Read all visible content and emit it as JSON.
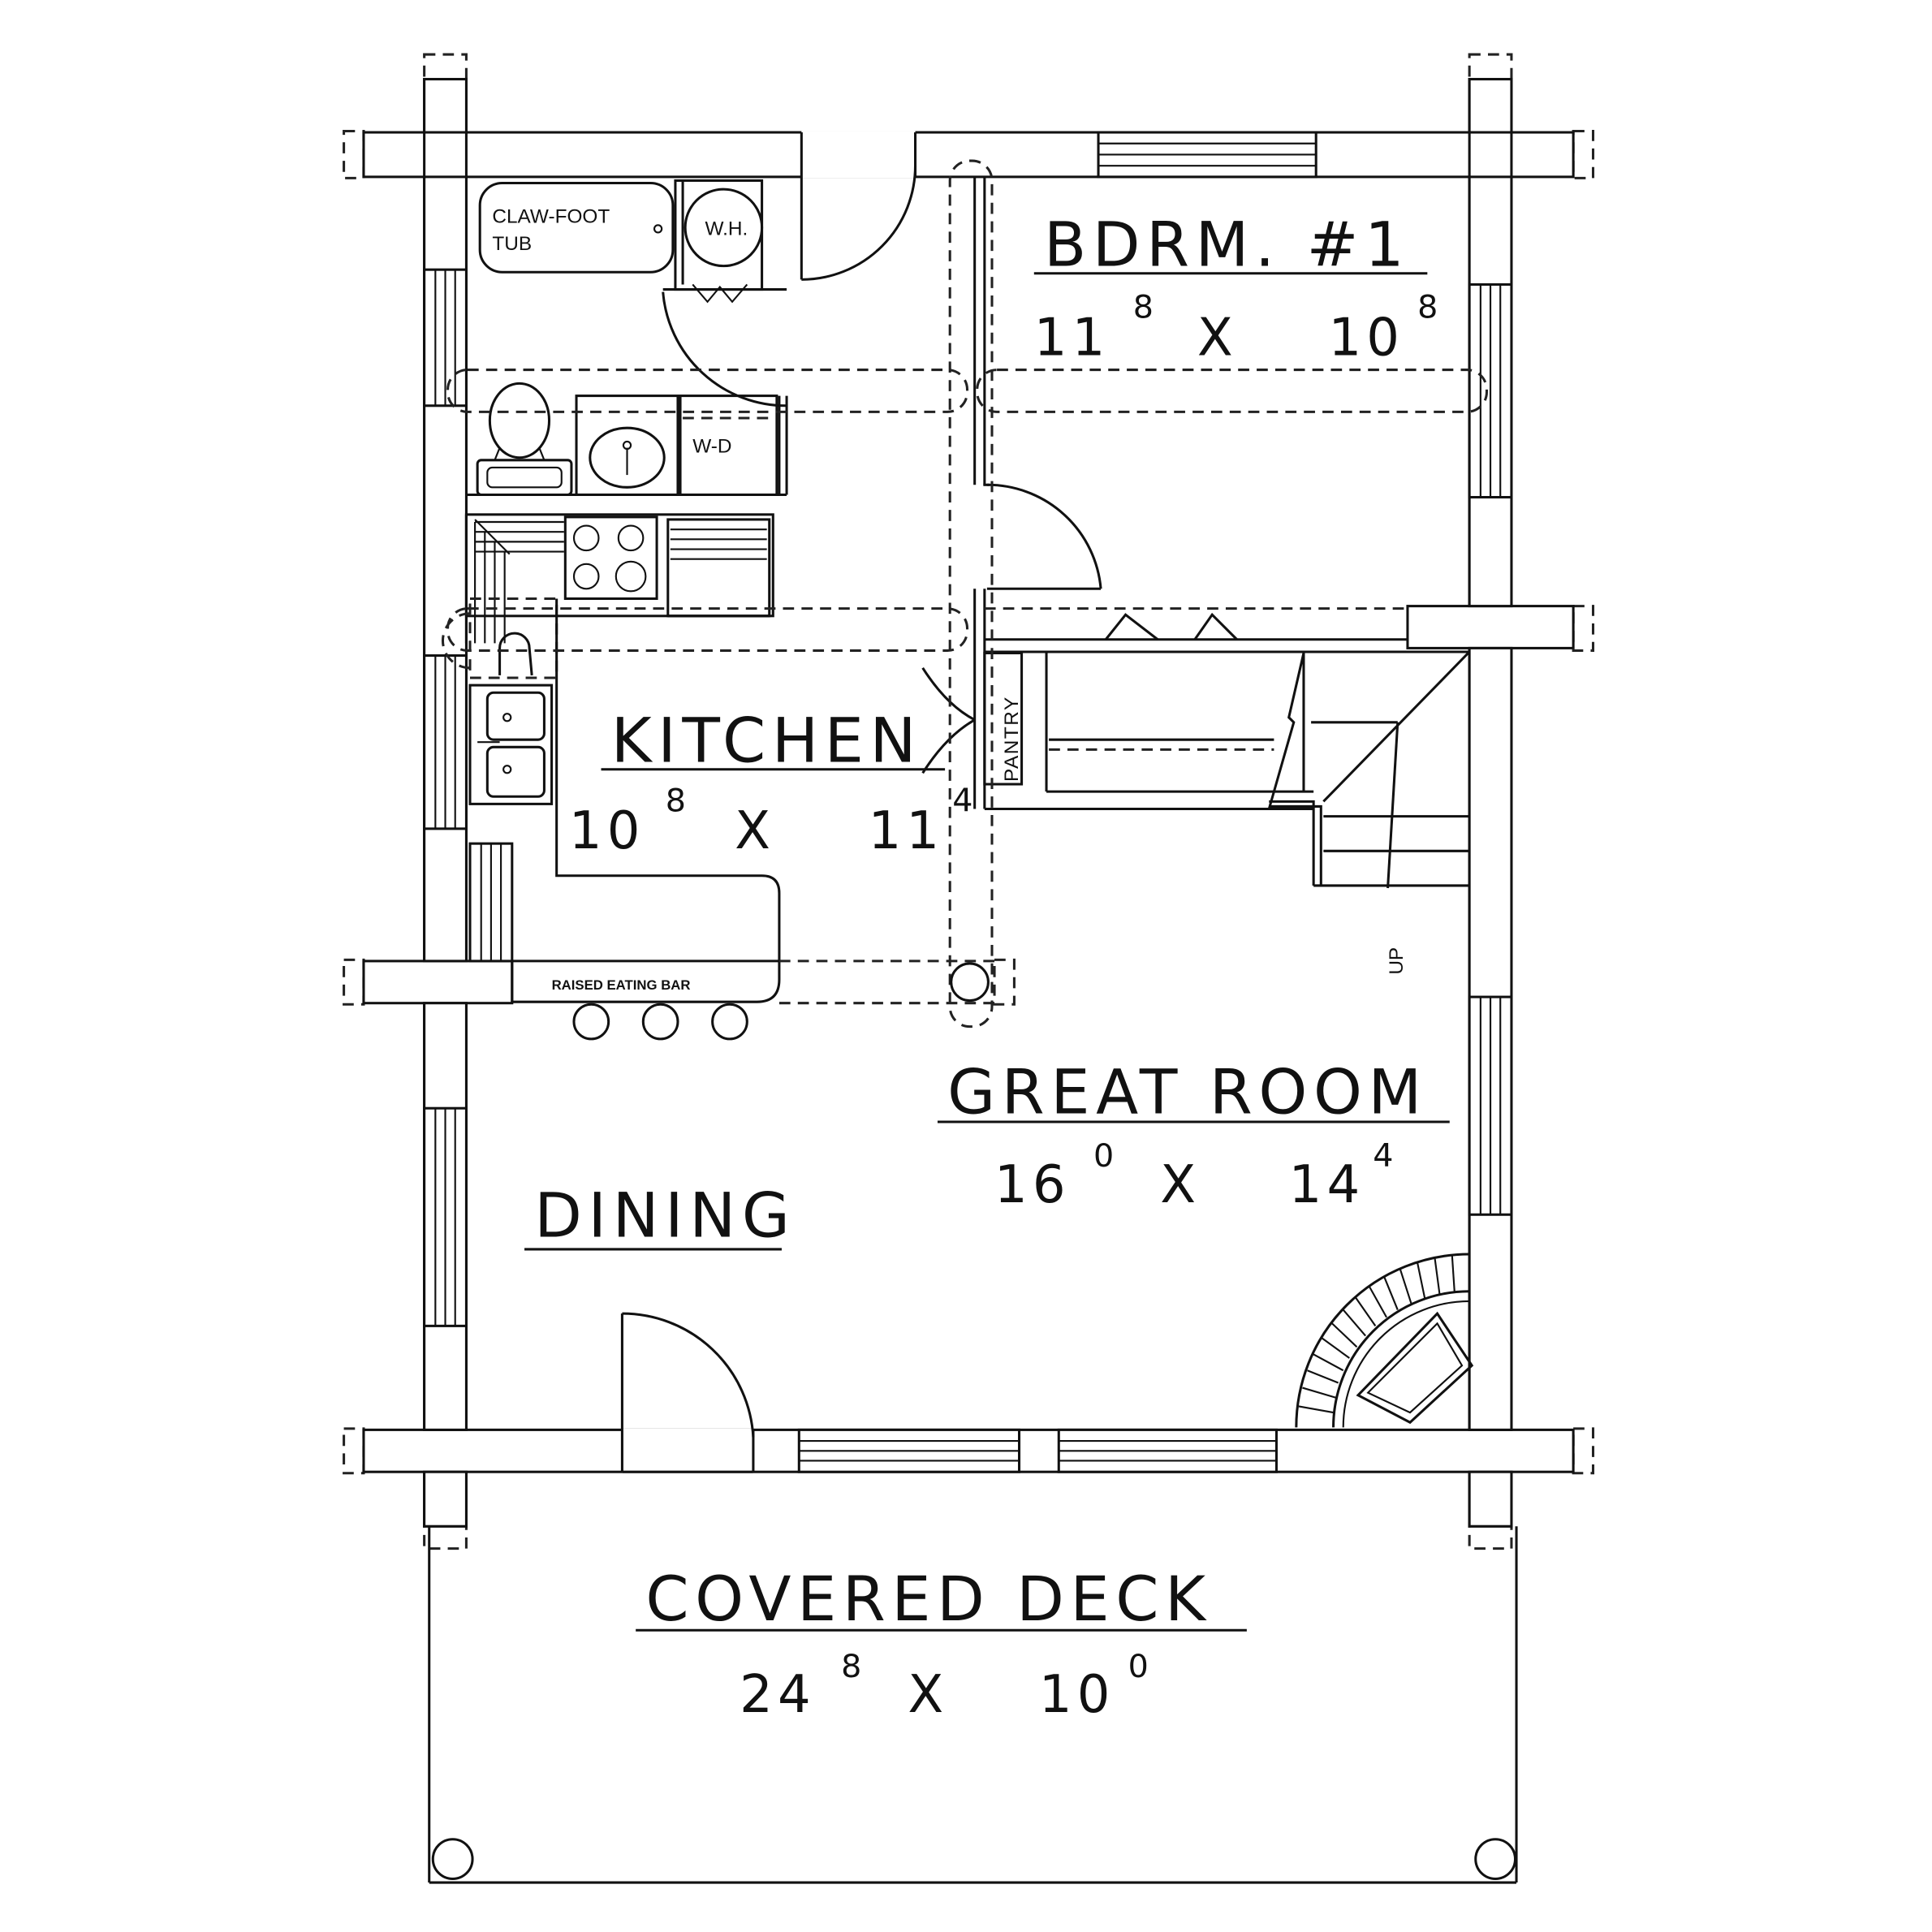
{
  "plan": {
    "colors": {
      "line": "#111111",
      "background": "#ffffff"
    },
    "rooms": [
      {
        "id": "bedroom1",
        "name": "BDRM.  #1",
        "dim_a": "11",
        "dim_a_in": "8",
        "dim_b": "10",
        "dim_b_in": "8"
      },
      {
        "id": "kitchen",
        "name": "KITCHEN",
        "dim_a": "10",
        "dim_a_in": "8",
        "dim_b": "11",
        "dim_b_in": "4"
      },
      {
        "id": "great_room",
        "name": "GREAT  ROOM",
        "dim_a": "16",
        "dim_a_in": "0",
        "dim_b": "14",
        "dim_b_in": "4"
      },
      {
        "id": "dining",
        "name": "DINING"
      },
      {
        "id": "covered_deck",
        "name": "COVERED  DECK",
        "dim_a": "24",
        "dim_a_in": "8",
        "dim_b": "10",
        "dim_b_in": "0"
      }
    ],
    "dim_sep": "X",
    "fixtures": {
      "tub_line1": "CLAW-FOOT",
      "tub_line2": "TUB",
      "water_heater": "W.H.",
      "washer_dryer": "W-D",
      "pantry": "PANTRY",
      "eating_bar": "RAISED EATING BAR",
      "stairs": "UP"
    }
  }
}
